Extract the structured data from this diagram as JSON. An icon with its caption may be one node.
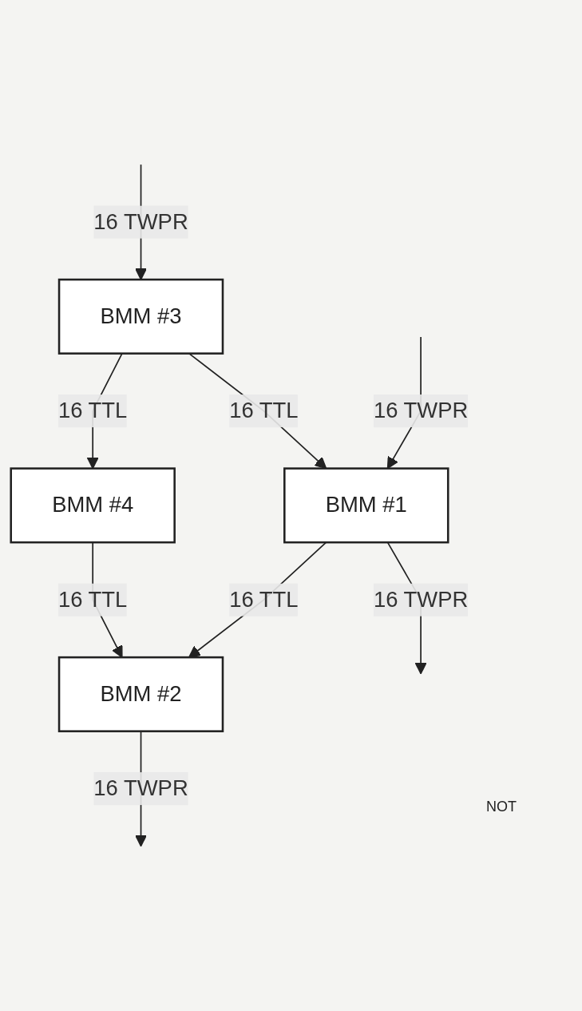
{
  "diagram": {
    "nodes": [
      {
        "text": [
          "BMM #1"
        ]
      },
      {
        "text": [
          "BMM #2"
        ]
      },
      {
        "text": [
          "BMM #3"
        ]
      },
      {
        "text": [
          "BMM #4"
        ]
      }
    ],
    "edges": [
      {
        "from": null,
        "to": 0,
        "arrow": "to",
        "label": "16 TWPR"
      },
      {
        "from": 0,
        "to": null,
        "arrow": "to",
        "label": "16 TWPR"
      },
      {
        "from": 0,
        "to": 1,
        "arrow": "to",
        "label": "16 TTL"
      },
      {
        "from": 2,
        "to": 0,
        "arrow": "to",
        "label": "16 TTL"
      },
      {
        "from": 1,
        "to": null,
        "arrow": "to",
        "label": "16 TWPR"
      },
      {
        "from": 3,
        "to": 1,
        "arrow": "to",
        "label": "16 TTL"
      },
      {
        "from": null,
        "to": 2,
        "arrow": "to",
        "label": "16 TWPR"
      },
      {
        "from": 2,
        "to": 3,
        "arrow": "to",
        "label": "16 TTL"
      }
    ],
    "labels": [
      "NOT"
    ]
  }
}
